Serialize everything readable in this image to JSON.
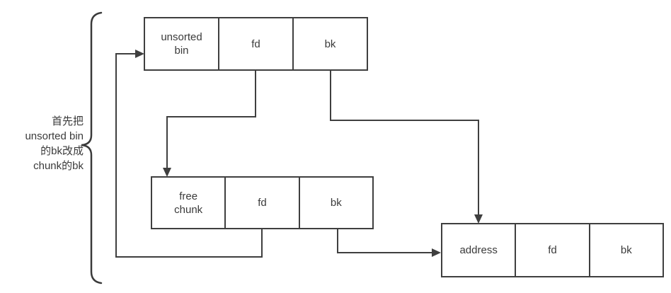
{
  "colors": {
    "line": "#3f3f3f",
    "text": "#3a3a3a",
    "background": "#ffffff"
  },
  "annotation": {
    "text": "首先把\nunsorted bin\n的bk改成\nchunk的bk"
  },
  "nodes": {
    "unsorted_bin": {
      "label": "unsorted\nbin",
      "fd": "fd",
      "bk": "bk"
    },
    "free_chunk": {
      "label": "free\nchunk",
      "fd": "fd",
      "bk": "bk"
    },
    "address": {
      "label": "address",
      "fd": "fd",
      "bk": "bk"
    }
  },
  "edges": [
    {
      "from": "unsorted bin.fd",
      "to": "free chunk"
    },
    {
      "from": "unsorted bin.bk",
      "to": "address"
    },
    {
      "from": "free chunk.fd",
      "to": "unsorted bin"
    },
    {
      "from": "free chunk.bk",
      "to": "address"
    }
  ]
}
